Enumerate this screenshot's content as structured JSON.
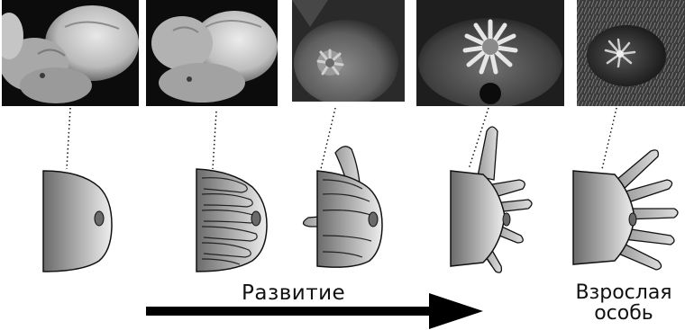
{
  "labels": {
    "development": "Развитие",
    "adult_line1": "Взрослая",
    "adult_line2": "особь"
  },
  "stages": [
    {
      "index": 1,
      "photo": "embryo-electron-micrograph",
      "diagram": "snout-bud-smooth",
      "ray_count": 0
    },
    {
      "index": 2,
      "photo": "embryo-electron-micrograph",
      "diagram": "snout-with-embedded-rays",
      "ray_count": 6
    },
    {
      "index": 3,
      "photo": "juvenile-photo",
      "diagram": "snout-rays-emerging",
      "ray_count": 6
    },
    {
      "index": 4,
      "photo": "juvenile-star-nose-photo",
      "diagram": "snout-rays-extended",
      "ray_count": 7
    },
    {
      "index": 5,
      "photo": "adult-star-nosed-mole-photo",
      "diagram": "adult-snout-rays",
      "ray_count": 7
    }
  ],
  "colors": {
    "arrow": "#000000",
    "shape_light": "#eeeeee",
    "shape_dark": "#6a6a6a",
    "outline": "#111111"
  }
}
